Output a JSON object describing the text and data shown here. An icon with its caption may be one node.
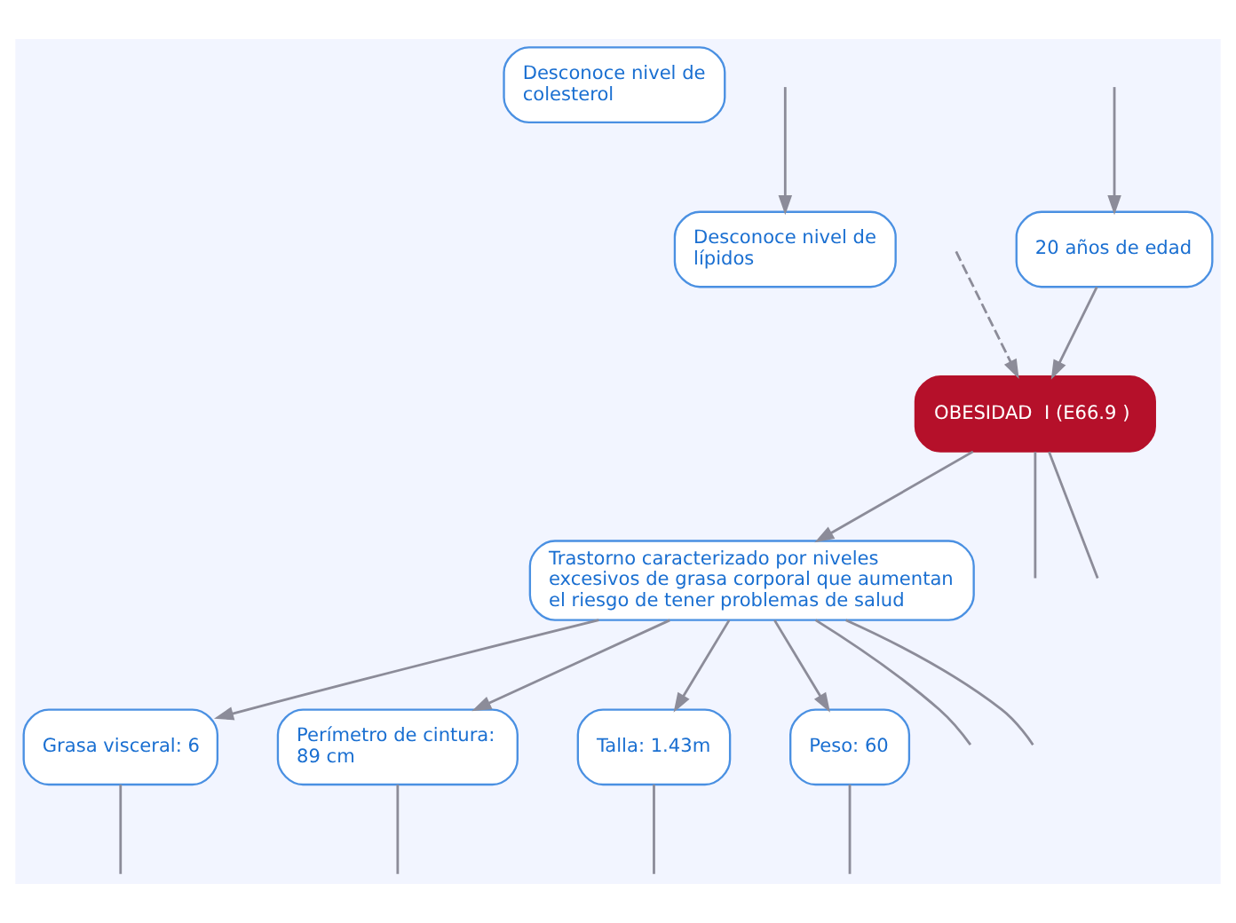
{
  "diagram": {
    "nodes": [
      {
        "text": [
          "Desconoce nivel de colesterol"
        ]
      },
      {
        "text": [
          "Desconoce nivel de lípidos"
        ]
      },
      {
        "text": [
          "20 años de edad"
        ]
      },
      {
        "text": [
          "OBESIDAD  I (E66.9 )"
        ]
      },
      {
        "text": [
          "Trastorno caracterizado por niveles excesivos de grasa corporal que aumentan el riesgo de tener problemas de salud"
        ]
      },
      {
        "text": [
          "Grasa visceral: 6"
        ]
      },
      {
        "text": [
          "Perímetro de cintura: 89 cm"
        ]
      },
      {
        "text": [
          "Talla: 1.43m"
        ]
      },
      {
        "text": [
          "Peso: 60"
        ]
      }
    ],
    "edges": [
      {
        "from": null,
        "to": 1,
        "arrow": "to"
      },
      {
        "from": null,
        "to": 2,
        "arrow": "to"
      },
      {
        "from": 2,
        "to": 3,
        "arrow": "to"
      },
      {
        "from": 3,
        "to": 4,
        "arrow": "to"
      },
      {
        "from": 3,
        "to": null,
        "arrow": "none"
      },
      {
        "from": 3,
        "to": null,
        "arrow": "none"
      },
      {
        "from": 4,
        "to": null,
        "arrow": "none"
      },
      {
        "from": 4,
        "to": null,
        "arrow": "none"
      },
      {
        "from": 4,
        "to": 5,
        "arrow": "to"
      },
      {
        "from": 4,
        "to": 6,
        "arrow": "to"
      },
      {
        "from": 4,
        "to": 7,
        "arrow": "to"
      },
      {
        "from": 4,
        "to": 8,
        "arrow": "to"
      },
      {
        "from": null,
        "to": 3,
        "arrow": "to",
        "style": "dashed"
      },
      {
        "from": 5,
        "to": null,
        "arrow": "none"
      },
      {
        "from": 6,
        "to": null,
        "arrow": "none"
      },
      {
        "from": 7,
        "to": null,
        "arrow": "none"
      },
      {
        "from": 8,
        "to": null,
        "arrow": "none"
      }
    ]
  }
}
